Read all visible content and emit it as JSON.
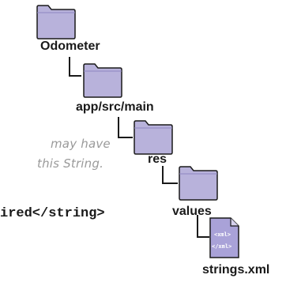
{
  "tree": {
    "folders": [
      {
        "name": "Odometer"
      },
      {
        "name": "app/src/main"
      },
      {
        "name": "res"
      },
      {
        "name": "values"
      }
    ],
    "file": {
      "name": "strings.xml",
      "icon_line1": "<xml>",
      "icon_line2": "</xml>"
    }
  },
  "note": {
    "line1": "may have",
    "line2": "this String."
  },
  "code_snippet": "ired</string>",
  "colors": {
    "folder_fill": "#b8b2db",
    "folder_stroke": "#1a1a1a",
    "doc_fill": "#a9a2d8",
    "line": "#1a1a1a"
  }
}
